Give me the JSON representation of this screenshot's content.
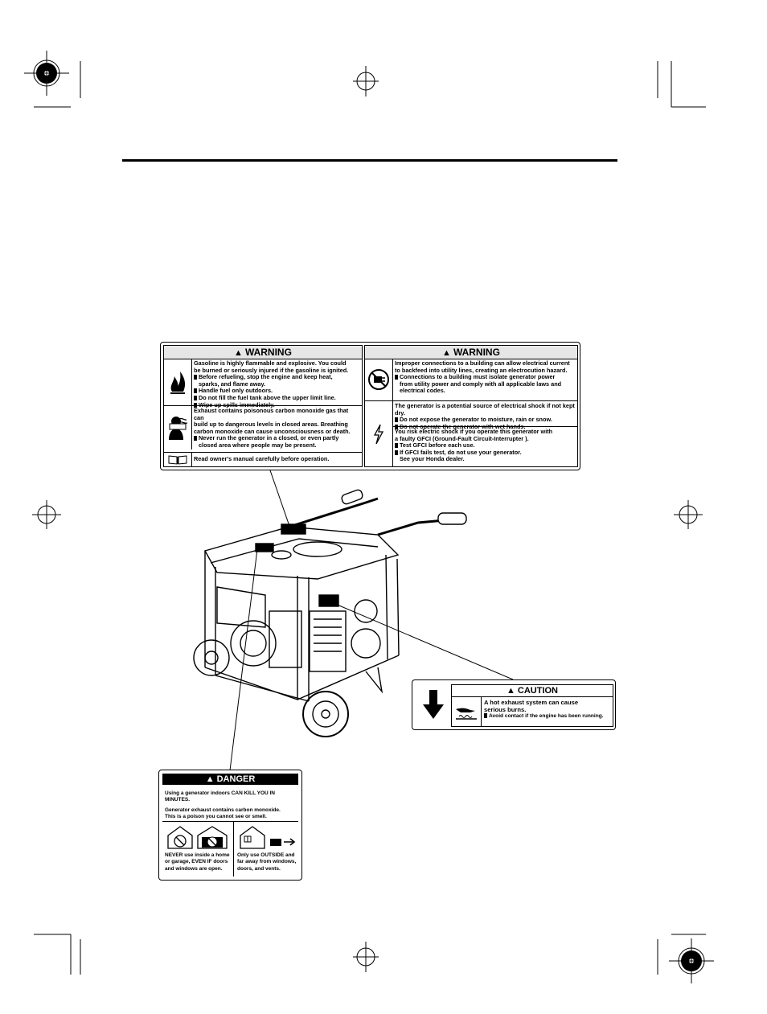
{
  "warning_left": {
    "heading": "WARNING",
    "fire": {
      "icon": "fire-icon",
      "lines": [
        "Gasoline is highly flammable and explosive. You could",
        "be burned or seriously injured if the gasoline is ignited.",
        "Before refueling, stop the engine and keep heat,",
        "sparks, and flame away.",
        "Handle fuel only outdoors.",
        "Do not fill the fuel tank above the upper limit line.",
        "Wipe up spills immediately."
      ]
    },
    "exhaust": {
      "icon": "gas-mask-icon",
      "lines": [
        "Exhaust contains poisonous carbon monoxide gas that can",
        "build up to dangerous levels in closed areas. Breathing",
        "carbon monoxide can cause unconsciousness or death.",
        "Never run the generator in a closed, or even partly",
        "closed area where people may be present."
      ]
    },
    "manual": {
      "icon": "book-icon",
      "text": "Read owner's manual carefully before operation."
    }
  },
  "warning_right": {
    "heading": "WARNING",
    "backfeed": {
      "icon": "no-plug-icon",
      "lines": [
        "Improper connections to a building can allow electrical current",
        "to backfeed into utility lines, creating an electrocution hazard.",
        "Connections to a building must isolate generator power",
        "from utility power and comply with all applicable laws and",
        "electrical codes."
      ]
    },
    "shock": {
      "icon": "lightning-icon",
      "lines": [
        "The generator is a potential source of electrical shock if not kept dry.",
        "Do not expose the generator to moisture, rain or snow.",
        "Do not operate the generator with wet hands."
      ]
    },
    "gfci": {
      "lines": [
        "You risk electric shock if you operate this generator with",
        "a faulty GFCI (Ground-Fault Circuit-Interrupter ).",
        "Test GFCI before each use.",
        "If GFCI fails test, do not use your generator.",
        "See your Honda dealer."
      ]
    }
  },
  "caution": {
    "heading": "CAUTION",
    "arrow_icon": "down-arrow-icon",
    "burn_icon": "hot-surface-hand-icon",
    "lines": [
      "A hot exhaust system can cause",
      "serious burns.",
      "Avoid contact if the engine has been running."
    ]
  },
  "danger": {
    "heading": "DANGER",
    "lines": [
      "Using a generator indoors CAN KILL YOU IN MINUTES.",
      "Generator exhaust contains carbon monoxide.",
      "This is a poison you cannot see or smell."
    ],
    "left_caption": [
      "NEVER use inside a home",
      "or garage, EVEN IF doors",
      "and windows are open."
    ],
    "right_caption": [
      "Only use OUTSIDE and",
      "far away from windows,",
      "doors, and vents."
    ],
    "icons": [
      "no-house-icon",
      "no-garage-icon",
      "house-icon",
      "generator-outside-icon"
    ]
  },
  "illustration": {
    "icon": "generator-illustration"
  }
}
